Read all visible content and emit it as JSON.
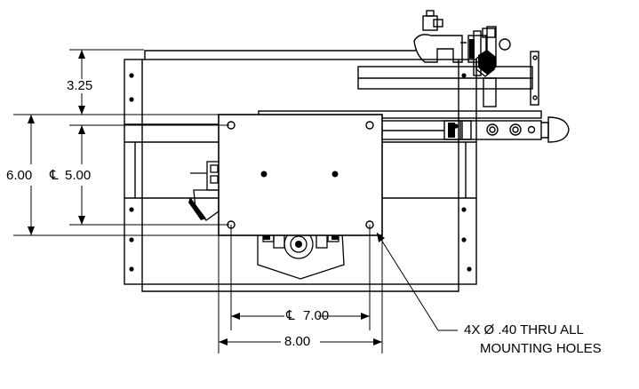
{
  "dimensions": {
    "top_height": "3.25",
    "overall_height": "6.00",
    "hole_spacing_vertical": "5.00",
    "hole_spacing_horizontal": "7.00",
    "plate_width": "8.00",
    "centerline_symbol": "℄"
  },
  "callout": {
    "line1": "4X Ø .40 THRU ALL",
    "line2": "MOUNTING HOLES"
  },
  "colors": {
    "line": "#000000",
    "background": "#ffffff"
  }
}
